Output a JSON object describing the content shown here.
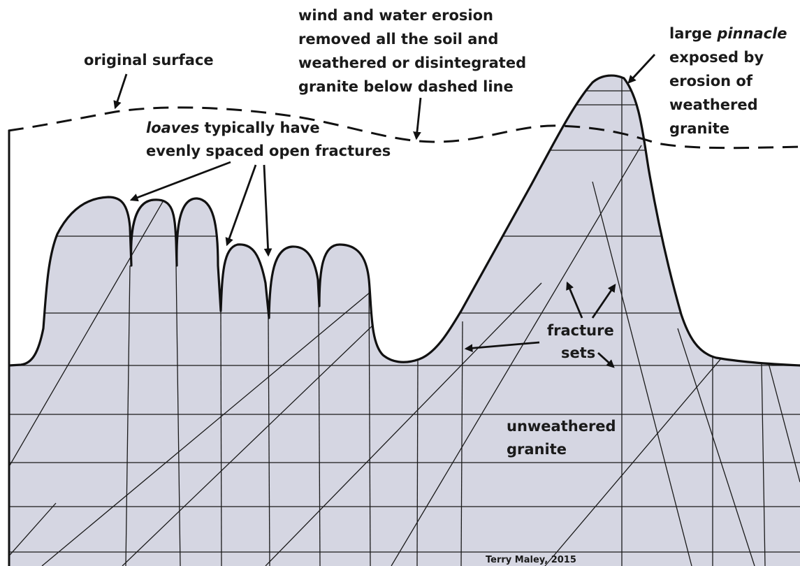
{
  "labels": {
    "original_surface": "original surface",
    "erosion": [
      "wind and water erosion",
      "removed all the soil and",
      "weathered or disintegrated",
      "granite below dashed line"
    ],
    "pinnacle": {
      "line1_prefix": "large ",
      "line1_emph": "pinnacle",
      "rest": [
        "exposed by",
        "erosion of",
        "weathered",
        "granite"
      ]
    },
    "loaves": {
      "line1_emph": "loaves",
      "line1_suffix": " typically have",
      "line2": "evenly spaced open fractures"
    },
    "fracture_sets": [
      "fracture",
      "sets"
    ],
    "unweathered": [
      "unweathered",
      "granite"
    ],
    "credit": "Terry Maley, 2015"
  },
  "colors": {
    "rock_fill": "#d5d6e2",
    "outline": "#111111",
    "background": "#ffffff"
  }
}
